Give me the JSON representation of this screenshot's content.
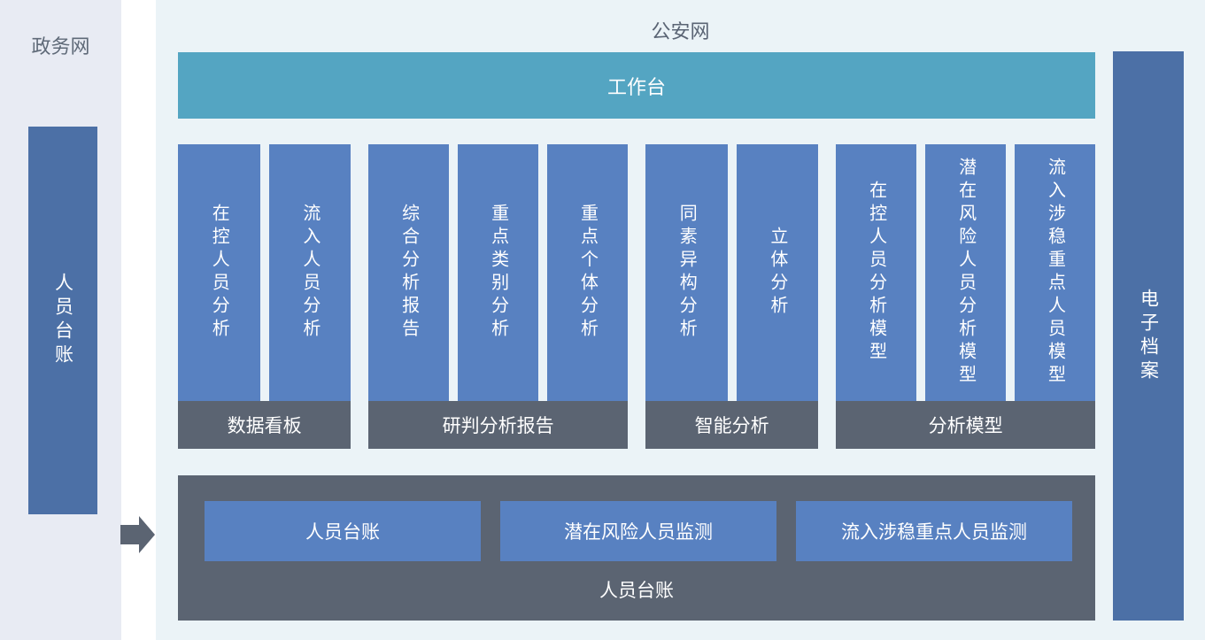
{
  "left_panel": {
    "title": "政务网",
    "bar_label": "人员台账"
  },
  "main_panel": {
    "title": "公安网",
    "workbench_label": "工作台",
    "groups": [
      {
        "label": "数据看板",
        "items": [
          "在控人员分析",
          "流入人员分析"
        ]
      },
      {
        "label": "研判分析报告",
        "items": [
          "综合分析报告",
          "重点类别分析",
          "重点个体分析"
        ]
      },
      {
        "label": "智能分析",
        "items": [
          "同素异构分析",
          "立体分析"
        ]
      },
      {
        "label": "分析模型",
        "items": [
          "在控人员分析模型",
          "潜在风险人员分析模型",
          "流入涉稳重点人员模型"
        ]
      }
    ],
    "bottom_section": {
      "label": "人员台账",
      "buttons": [
        "人员台账",
        "潜在风险人员监测",
        "流入涉稳重点人员监测"
      ]
    }
  },
  "right_bar": {
    "label": "电子档案"
  },
  "icons": {
    "flow_arrow": "right-arrow"
  },
  "colors": {
    "left_panel_bg": "#e8ebf3",
    "main_panel_bg": "#ebf3f7",
    "module_blue": "#5881c1",
    "side_bar_blue": "#4c70a6",
    "workbench_teal": "#54a5c2",
    "dark_slate": "#5b6472",
    "title_text": "#5a6474",
    "bar_text": "#ffffff"
  }
}
